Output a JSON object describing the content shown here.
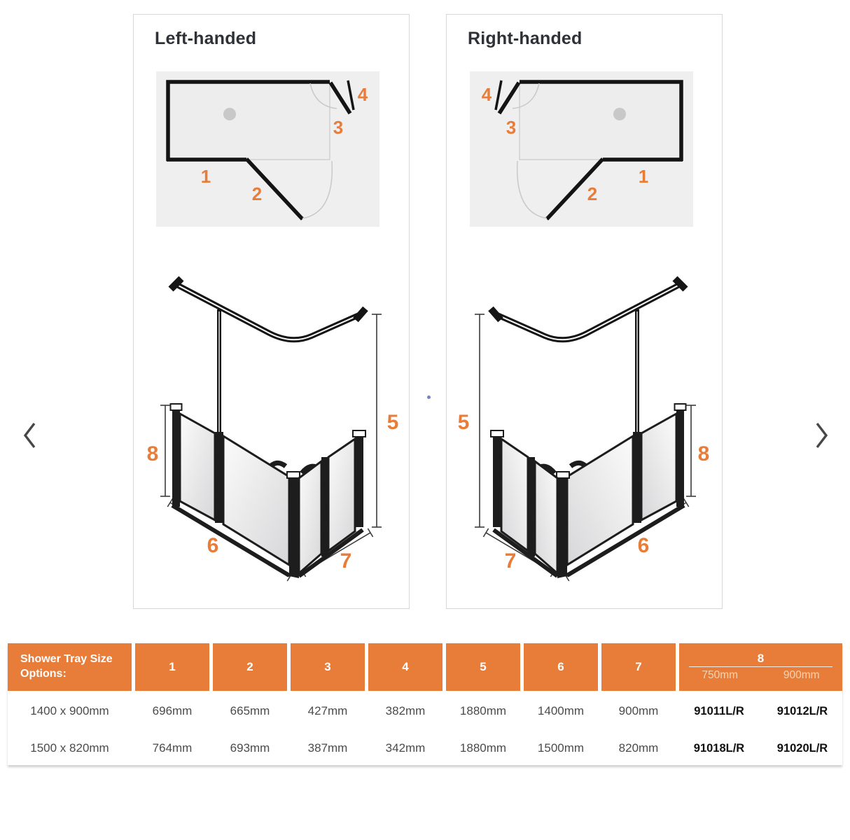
{
  "accent_color": "#e87d3a",
  "icons": {
    "prev": "chevron-left-icon",
    "next": "chevron-right-icon"
  },
  "panels": [
    {
      "title": "Left-handed",
      "plan_labels": [
        "1",
        "2",
        "3",
        "4"
      ],
      "screen_labels": [
        "5",
        "6",
        "7",
        "8"
      ]
    },
    {
      "title": "Right-handed",
      "plan_labels": [
        "1",
        "2",
        "3",
        "4"
      ],
      "screen_labels": [
        "5",
        "6",
        "7",
        "8"
      ]
    }
  ],
  "table": {
    "header": {
      "col0": "Shower Tray Size Options:",
      "cols": [
        "1",
        "2",
        "3",
        "4",
        "5",
        "6",
        "7"
      ],
      "col8": {
        "label": "8",
        "sub": [
          "750mm",
          "900mm"
        ]
      }
    },
    "rows": [
      {
        "size": "1400 x 900mm",
        "values": [
          "696mm",
          "665mm",
          "427mm",
          "382mm",
          "1880mm",
          "1400mm",
          "900mm"
        ],
        "codes": [
          "91011L/R",
          "91012L/R"
        ]
      },
      {
        "size": "1500 x 820mm",
        "values": [
          "764mm",
          "693mm",
          "387mm",
          "342mm",
          "1880mm",
          "1500mm",
          "820mm"
        ],
        "codes": [
          "91018L/R",
          "91020L/R"
        ]
      }
    ]
  }
}
